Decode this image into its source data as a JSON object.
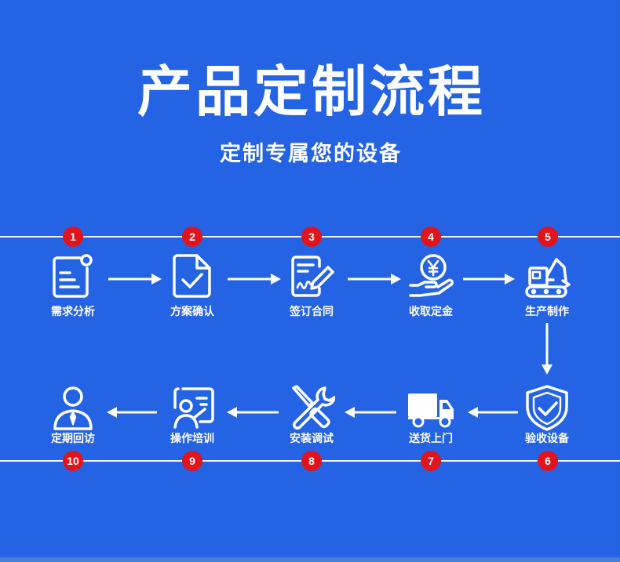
{
  "title": "产品定制流程",
  "subtitle": "定制专属您的设备",
  "colors": {
    "background": "#2463e3",
    "badge": "#e0141c",
    "foreground": "#ffffff"
  },
  "steps": [
    {
      "number": "1",
      "label": "需求分析",
      "icon": "requirement-analysis-icon"
    },
    {
      "number": "2",
      "label": "方案确认",
      "icon": "plan-confirm-icon"
    },
    {
      "number": "3",
      "label": "签订合同",
      "icon": "contract-sign-icon"
    },
    {
      "number": "4",
      "label": "收取定金",
      "icon": "deposit-coin-icon"
    },
    {
      "number": "5",
      "label": "生产制作",
      "icon": "excavator-icon"
    },
    {
      "number": "6",
      "label": "验收设备",
      "icon": "shield-check-icon"
    },
    {
      "number": "7",
      "label": "送货上门",
      "icon": "delivery-truck-icon"
    },
    {
      "number": "8",
      "label": "安装调试",
      "icon": "wrench-screwdriver-icon"
    },
    {
      "number": "9",
      "label": "操作培训",
      "icon": "training-board-icon"
    },
    {
      "number": "10",
      "label": "定期回访",
      "icon": "customer-visit-icon"
    }
  ]
}
